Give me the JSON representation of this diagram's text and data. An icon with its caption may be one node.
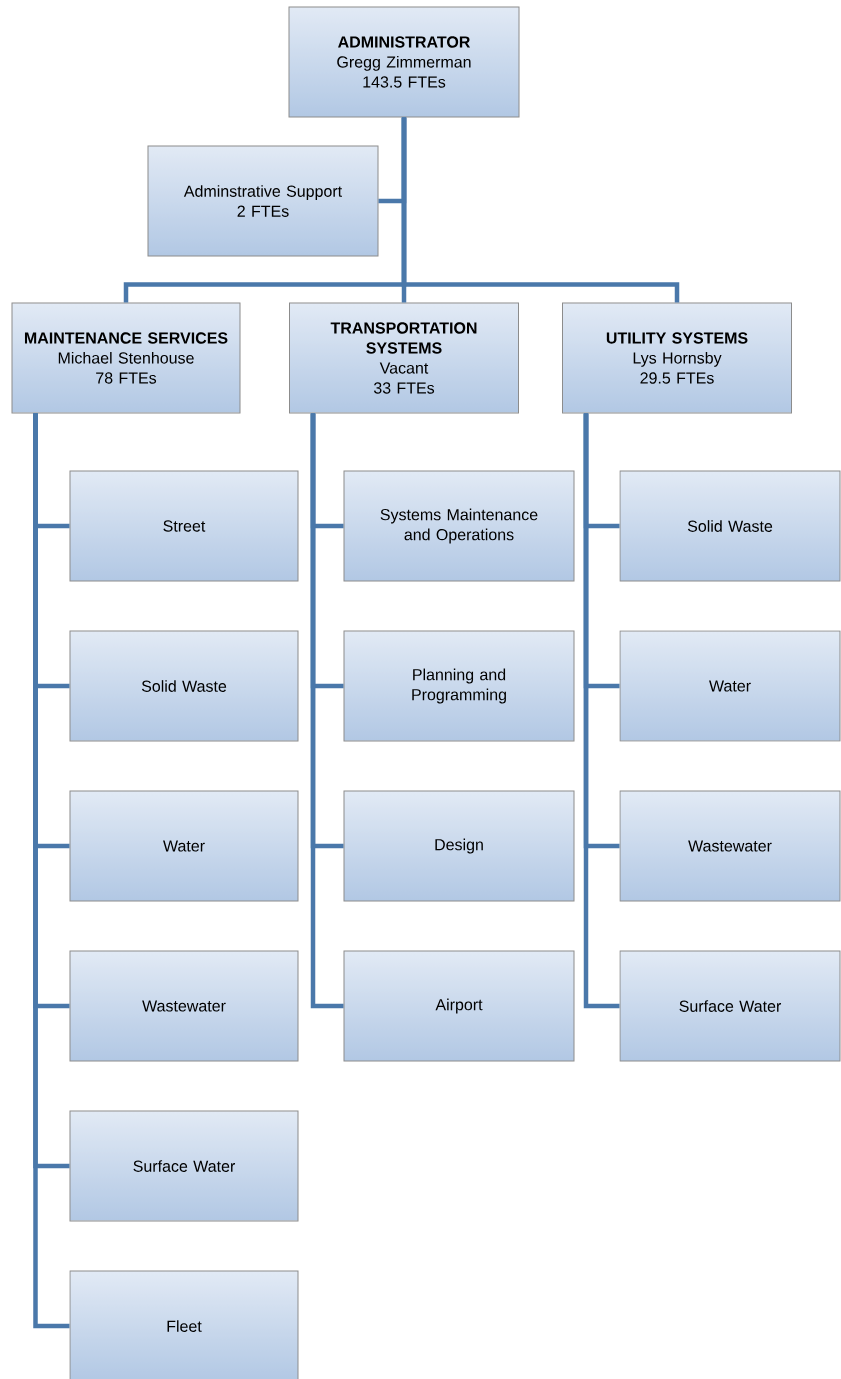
{
  "diagram": {
    "nodes": [
      {
        "text": [
          "ADMINISTRATOR",
          "Gregg Zimmerman",
          "143.5 FTEs"
        ]
      },
      {
        "text": [
          "Adminstrative Support",
          "2 FTEs"
        ]
      },
      {
        "text": [
          "MAINTENANCE SERVICES",
          "Michael Stenhouse",
          "78 FTEs"
        ]
      },
      {
        "text": [
          "TRANSPORTATION SYSTEMS",
          "Vacant",
          "33 FTEs"
        ]
      },
      {
        "text": [
          "UTILITY SYSTEMS",
          "Lys Hornsby",
          "29.5 FTEs"
        ]
      },
      {
        "text": [
          "Street"
        ]
      },
      {
        "text": [
          "Solid Waste"
        ]
      },
      {
        "text": [
          "Water"
        ]
      },
      {
        "text": [
          "Wastewater"
        ]
      },
      {
        "text": [
          "Surface Water"
        ]
      },
      {
        "text": [
          "Fleet"
        ]
      },
      {
        "text": [
          "Systems Maintenance and Operations"
        ]
      },
      {
        "text": [
          "Planning and Programming"
        ]
      },
      {
        "text": [
          "Design"
        ]
      },
      {
        "text": [
          "Airport"
        ]
      },
      {
        "text": [
          "Solid Waste"
        ]
      },
      {
        "text": [
          "Water"
        ]
      },
      {
        "text": [
          "Wastewater"
        ]
      },
      {
        "text": [
          "Surface Water"
        ]
      }
    ],
    "edges": [
      {
        "from": 0,
        "to": 1,
        "arrow": "none"
      },
      {
        "from": 0,
        "to": 2,
        "arrow": "none"
      },
      {
        "from": 0,
        "to": 3,
        "arrow": "none"
      },
      {
        "from": 0,
        "to": 4,
        "arrow": "none"
      },
      {
        "from": 2,
        "to": 5,
        "arrow": "none"
      },
      {
        "from": 2,
        "to": 6,
        "arrow": "none"
      },
      {
        "from": 2,
        "to": 7,
        "arrow": "none"
      },
      {
        "from": 2,
        "to": 8,
        "arrow": "none"
      },
      {
        "from": 2,
        "to": 9,
        "arrow": "none"
      },
      {
        "from": 2,
        "to": 10,
        "arrow": "none"
      },
      {
        "from": 3,
        "to": 11,
        "arrow": "none"
      },
      {
        "from": 3,
        "to": 12,
        "arrow": "none"
      },
      {
        "from": 3,
        "to": 13,
        "arrow": "none"
      },
      {
        "from": 3,
        "to": 14,
        "arrow": "none"
      },
      {
        "from": 4,
        "to": 15,
        "arrow": "none"
      },
      {
        "from": 4,
        "to": 16,
        "arrow": "none"
      },
      {
        "from": 4,
        "to": 17,
        "arrow": "none"
      },
      {
        "from": 4,
        "to": 18,
        "arrow": "none"
      }
    ]
  }
}
